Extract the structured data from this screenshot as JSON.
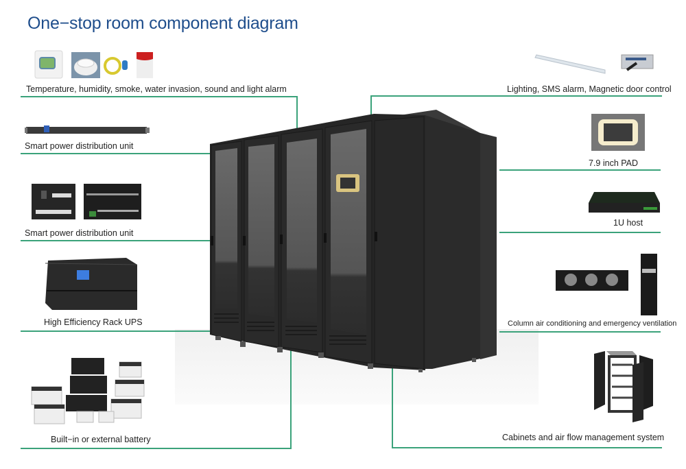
{
  "title": "One−stop room component diagram",
  "colors": {
    "title": "#1f4e8c",
    "connector": "#3aa27a",
    "cabinet": "#2b2b2b",
    "pad_frame": "#e8d79a"
  },
  "components_left": [
    {
      "label": "Temperature, humidity, smoke, water invasion, sound and light alarm",
      "icons": [
        "thermostat-icon",
        "smoke-detector-icon",
        "water-sensor-icon",
        "alarm-siren-icon"
      ]
    },
    {
      "label": "Smart power distribution unit",
      "icons": [
        "pdu-strip-icon"
      ]
    },
    {
      "label": "Smart power distribution unit",
      "icons": [
        "pdu-panel-icon",
        "pdu-board-icon"
      ]
    },
    {
      "label": "High Efficiency Rack UPS",
      "icons": [
        "rack-ups-icon"
      ]
    },
    {
      "label": "Built−in or external battery",
      "icons": [
        "battery-set-icon"
      ]
    }
  ],
  "components_right": [
    {
      "label": "Lighting, SMS alarm, Magnetic door control",
      "icons": [
        "led-light-bar-icon",
        "sms-modem-icon"
      ]
    },
    {
      "label": "7.9 inch PAD",
      "icons": [
        "touch-pad-icon"
      ]
    },
    {
      "label": "1U host",
      "icons": [
        "1u-host-icon"
      ]
    },
    {
      "label": "Column air conditioning and emergency ventilation",
      "icons": [
        "fan-tray-icon",
        "column-ac-icon"
      ]
    },
    {
      "label": "Cabinets and air flow management system",
      "icons": [
        "exploded-cabinet-icon"
      ]
    }
  ],
  "center": {
    "icon": "micro-datacenter-cabinets-icon"
  }
}
